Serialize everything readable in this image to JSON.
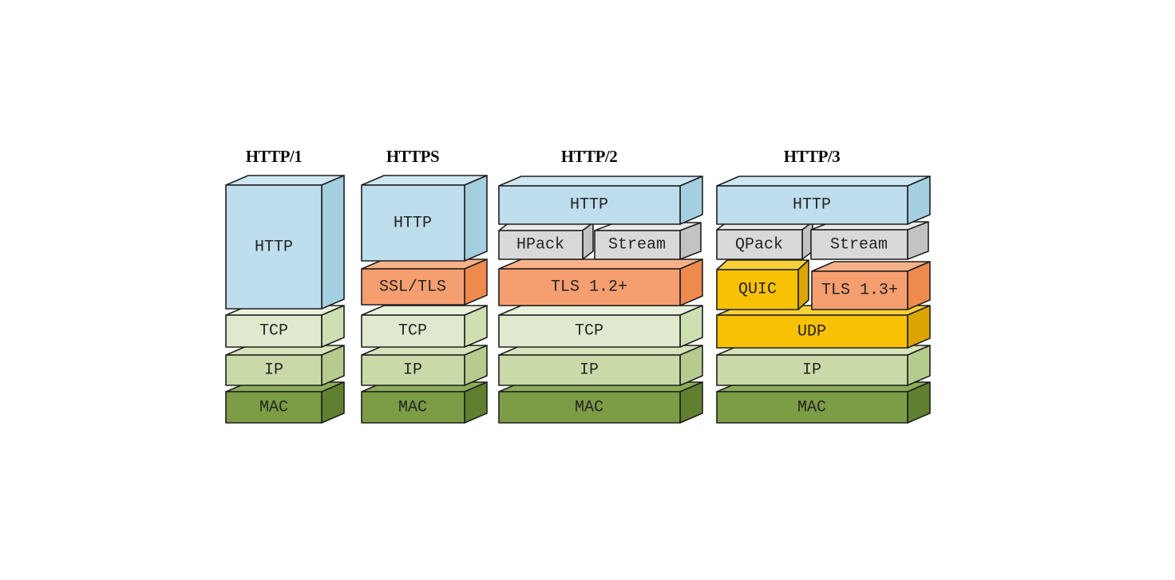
{
  "stacks": [
    {
      "title": "HTTP/1",
      "layers": [
        {
          "label": "HTTP"
        },
        {
          "label": "TCP"
        },
        {
          "label": "IP"
        },
        {
          "label": "MAC"
        }
      ]
    },
    {
      "title": "HTTPS",
      "layers": [
        {
          "label": "HTTP"
        },
        {
          "label": "SSL/TLS"
        },
        {
          "label": "TCP"
        },
        {
          "label": "IP"
        },
        {
          "label": "MAC"
        }
      ]
    },
    {
      "title": "HTTP/2",
      "layers": [
        {
          "label": "HTTP"
        },
        {
          "label": "HPack"
        },
        {
          "label": "Stream"
        },
        {
          "label": "TLS 1.2+"
        },
        {
          "label": "TCP"
        },
        {
          "label": "IP"
        },
        {
          "label": "MAC"
        }
      ]
    },
    {
      "title": "HTTP/3",
      "layers": [
        {
          "label": "HTTP"
        },
        {
          "label": "QPack"
        },
        {
          "label": "Stream"
        },
        {
          "label": "QUIC"
        },
        {
          "label": "TLS 1.3+"
        },
        {
          "label": "UDP"
        },
        {
          "label": "IP"
        },
        {
          "label": "MAC"
        }
      ]
    }
  ],
  "palette": {
    "blue": {
      "front": "#bedded",
      "top": "#cfe7f2",
      "side": "#a4cfe0"
    },
    "orange": {
      "front": "#f59e70",
      "top": "#f7b189",
      "side": "#ef8a4e"
    },
    "gray": {
      "front": "#d9d9d9",
      "top": "#e9e9e9",
      "side": "#c3c3c3"
    },
    "tcp": {
      "front": "#dfe9ce",
      "top": "#eaf1db",
      "side": "#cedfb2"
    },
    "ip": {
      "front": "#c9d9a8",
      "top": "#d7e4bb",
      "side": "#b6cc8e"
    },
    "mac": {
      "front": "#7c9c45",
      "top": "#8dac58",
      "side": "#60802f"
    },
    "yellow": {
      "front": "#f9c103",
      "top": "#fbd138",
      "side": "#dca504"
    }
  },
  "background": "#ffffff"
}
